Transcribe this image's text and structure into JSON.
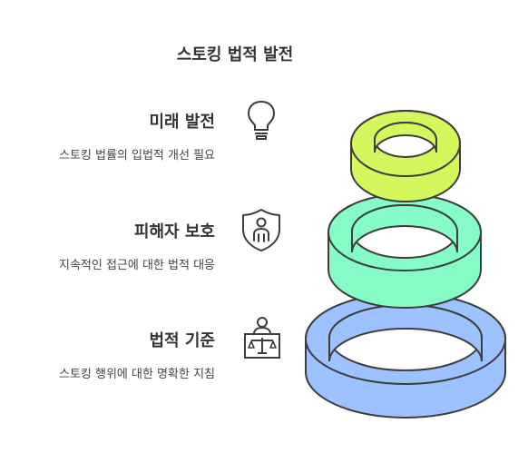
{
  "title": "스토킹 법적 발전",
  "items": [
    {
      "heading": "미래 발전",
      "description": "스토킹 법률의 입법적 개선 필요",
      "icon": "lightbulb-icon",
      "ring_color": "#d4f75d"
    },
    {
      "heading": "피해자 보호",
      "description": "지속적인 접근에 대한 법적 대응",
      "icon": "shield-person-icon",
      "ring_color": "#85fcc5"
    },
    {
      "heading": "법적 기준",
      "description": "스토킹 행위에 대한 명확한 지침",
      "icon": "justice-scale-icon",
      "ring_color": "#9ec2ff"
    }
  ],
  "colors": {
    "stroke": "#3d3d3d",
    "text": "#333333"
  }
}
